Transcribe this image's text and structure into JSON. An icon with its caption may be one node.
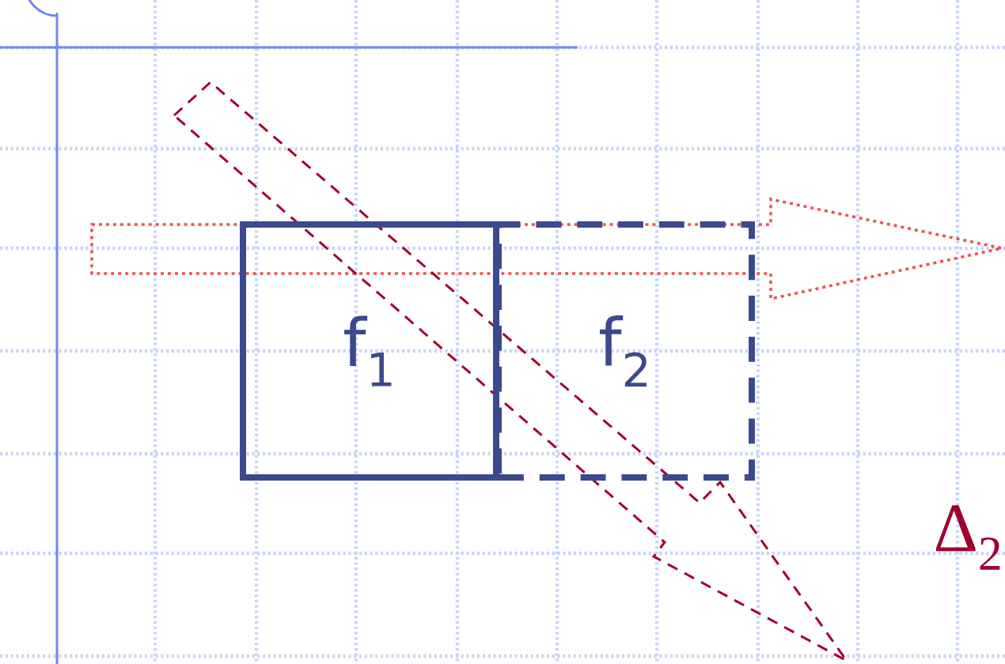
{
  "diagram": {
    "nodes": [
      {
        "text": [
          "f$_{1}$"
        ]
      },
      {
        "text": [
          "f$_{2}$"
        ]
      }
    ],
    "labels": [
      "Δ$_{2}$"
    ]
  }
}
